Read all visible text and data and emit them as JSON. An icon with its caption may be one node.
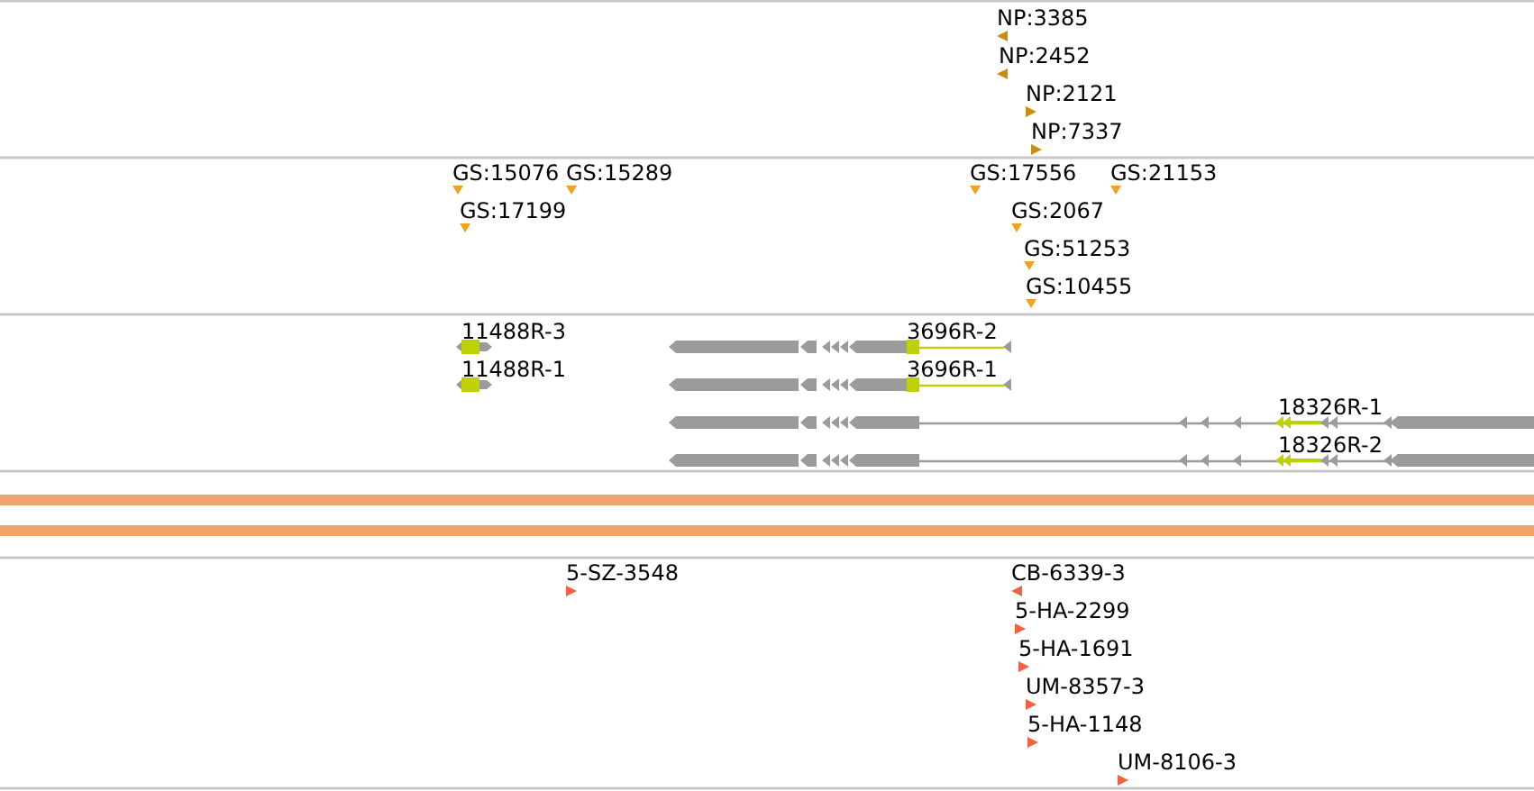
{
  "diagram": {
    "labels": [
      "NP:3385",
      "NP:2452",
      "NP:2121",
      "NP:7337",
      "GS:15076",
      "GS:15289",
      "GS:17556",
      "GS:21153",
      "GS:17199",
      "GS:2067",
      "GS:51253",
      "GS:10455",
      "11488R-3",
      "3696R-2",
      "11488R-1",
      "3696R-1",
      "18326R-1",
      "18326R-2",
      "5-SZ-3548",
      "CB-6339-3",
      "5-HA-2299",
      "5-HA-1691",
      "UM-8357-3",
      "5-HA-1148",
      "UM-8106-3"
    ]
  }
}
